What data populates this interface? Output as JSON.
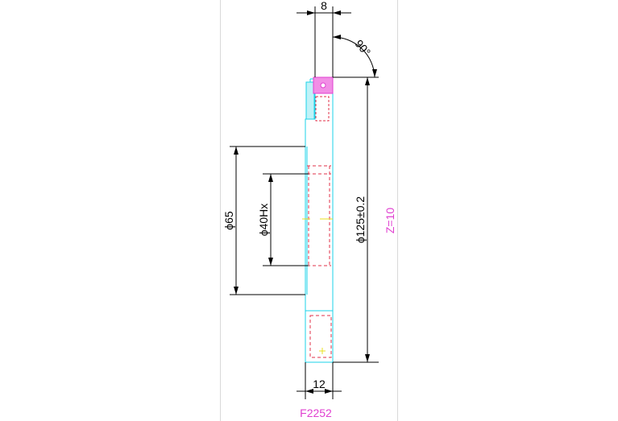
{
  "drawing": {
    "dim_top_width": "8",
    "dim_angle": "90°",
    "dim_outer_diameter": "ϕ65",
    "dim_bore_diameter": "ϕ40Hx",
    "dim_pitch_diameter": "ϕ125±0.2",
    "dim_bottom_width": "12",
    "teeth_count": "Z=10",
    "part_number": "F2252"
  },
  "colors": {
    "outline": "#1bd3e8",
    "hidden_lines": "#e0304a",
    "hatch": "#e040d0",
    "annotation": "#e040d0"
  }
}
